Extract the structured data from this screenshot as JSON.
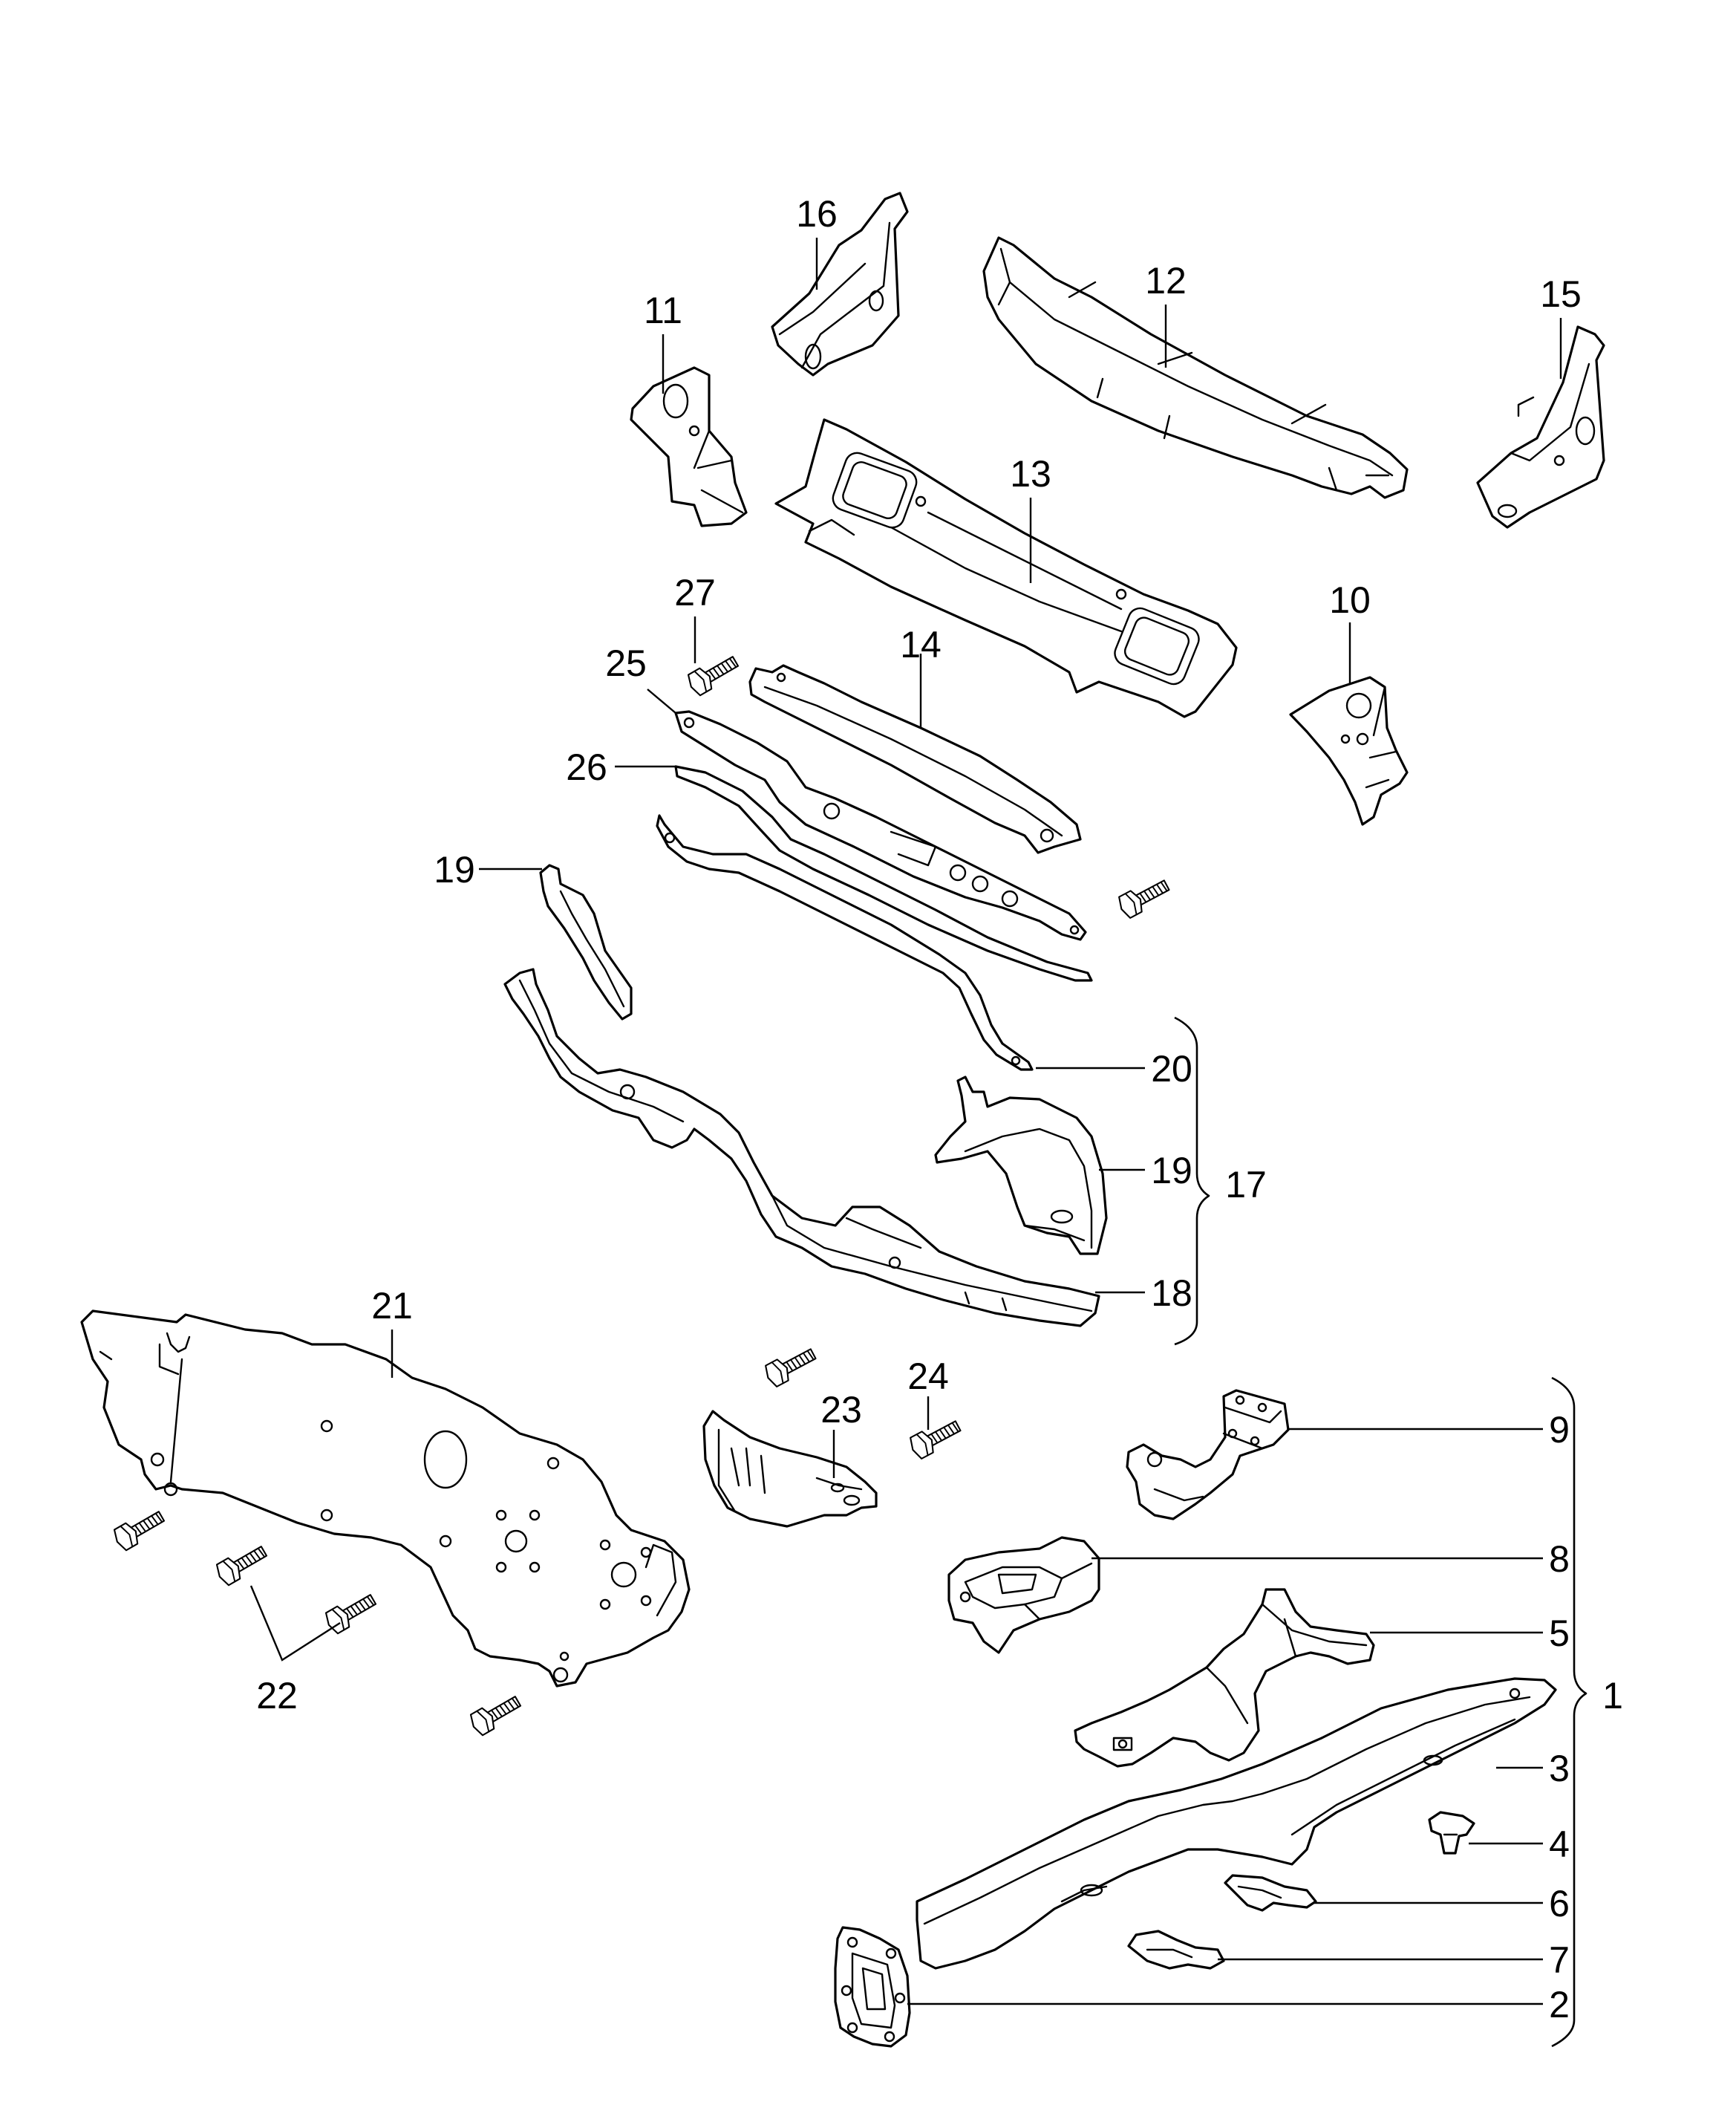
{
  "diagram": {
    "callouts": {
      "c1": "1",
      "c2": "2",
      "c3": "3",
      "c4": "4",
      "c5": "5",
      "c6": "6",
      "c7": "7",
      "c8": "8",
      "c9": "9",
      "c10": "10",
      "c11": "11",
      "c12": "12",
      "c13": "13",
      "c14": "14",
      "c15": "15",
      "c16": "16",
      "c17": "17",
      "c18": "18",
      "c19a": "19",
      "c19b": "19",
      "c20": "20",
      "c21": "21",
      "c22": "22",
      "c23": "23",
      "c24": "24",
      "c25": "25",
      "c26": "26",
      "c27": "27"
    }
  }
}
